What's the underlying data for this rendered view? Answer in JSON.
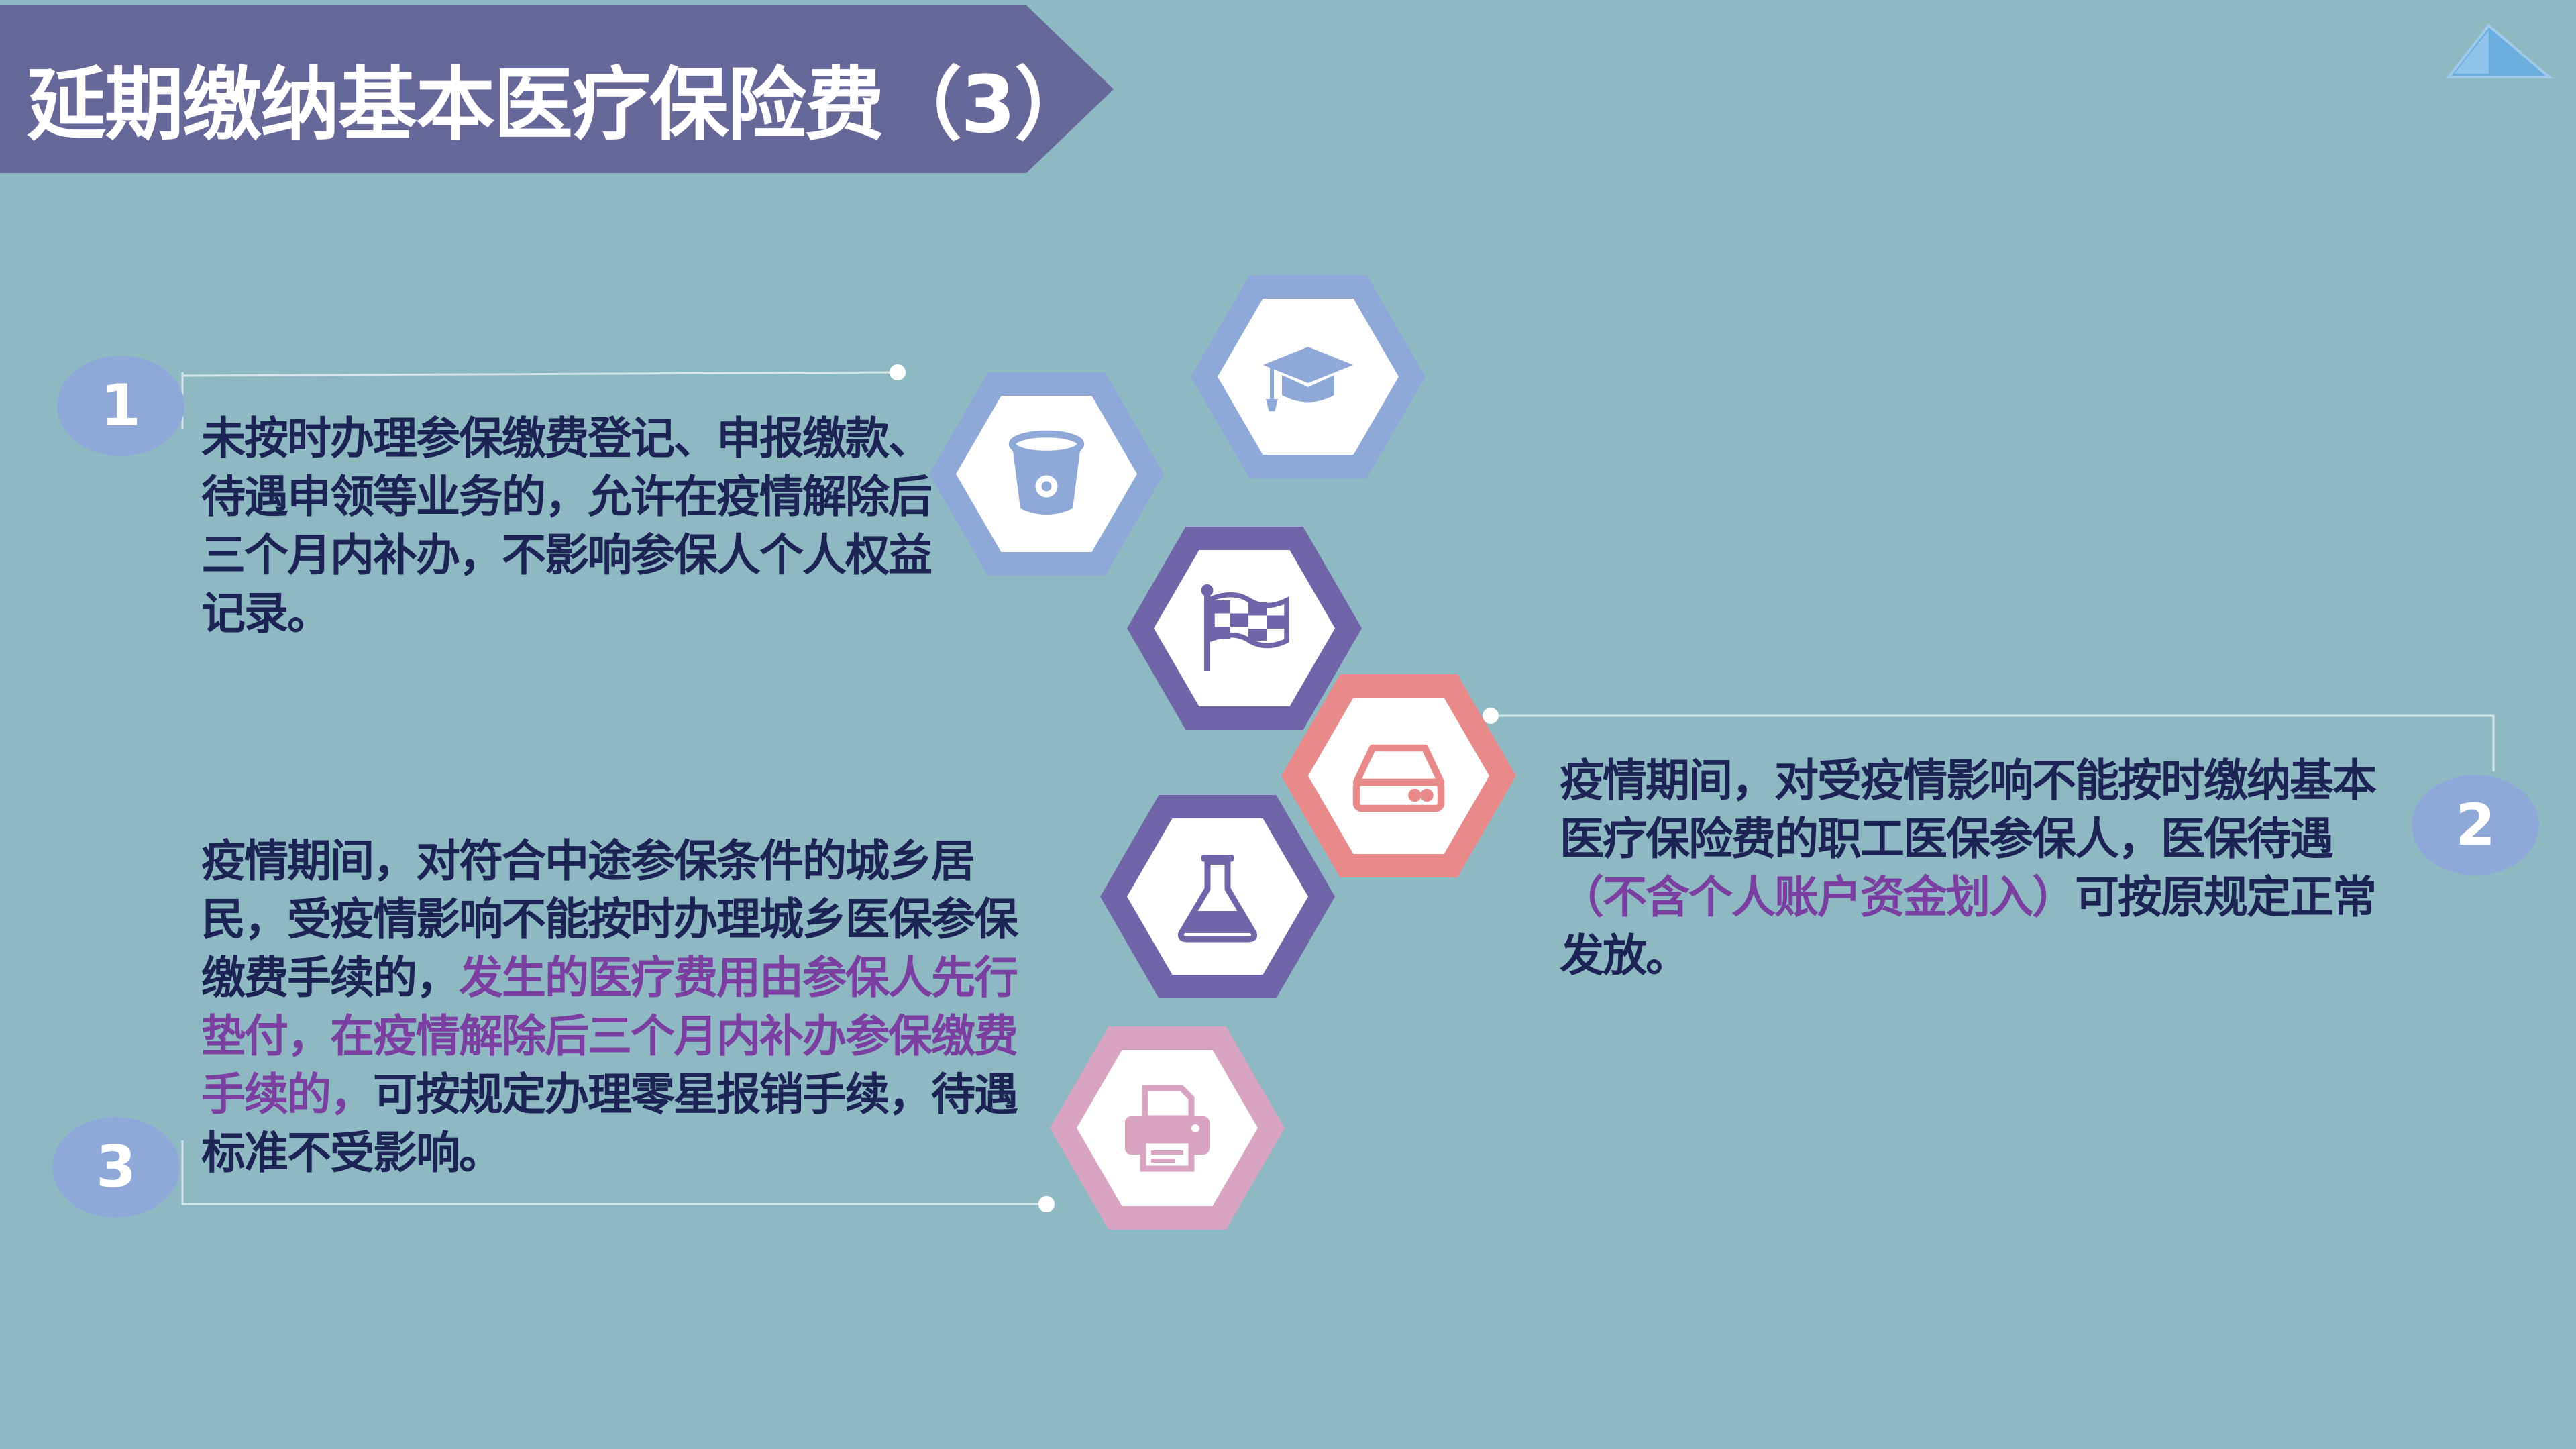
{
  "header": {
    "title": "延期缴纳基本医疗保险费（3）",
    "banner_color": "#67689a"
  },
  "colors": {
    "background": "#8fb9c2",
    "text": "#1c2456",
    "highlight": "#7a3fa0",
    "badge": "#8ea9d8"
  },
  "items": [
    {
      "number": "1",
      "text": "未按时办理参保缴费登记、申报缴款、待遇申领等业务的，允许在疫情解除后三个月内补办，不影响参保人个人权益记录。"
    },
    {
      "number": "2",
      "text_before": "疫情期间，对受疫情影响不能按时缴纳基本医疗保险费的职工医保参保人，医保待遇",
      "text_highlight": "（不含个人账户资金划入）",
      "text_after": "可按原规定正常发放。"
    },
    {
      "number": "3",
      "text_before": "疫情期间，对符合中途参保条件的城乡居民，受疫情影响不能按时办理城乡医保参保缴费手续的，",
      "text_highlight": "发生的医疗费用由参保人先行垫付，在疫情解除后三个月内补办参保缴费手续的，",
      "text_after": "可按规定办理零星报销手续，待遇标准不受影响。"
    }
  ],
  "hexagons": [
    {
      "icon": "graduation-cap-icon",
      "color": "#8ea9d8"
    },
    {
      "icon": "bucket-icon",
      "color": "#8ea9d8"
    },
    {
      "icon": "checkered-flag-icon",
      "color": "#7065a8"
    },
    {
      "icon": "hard-drive-icon",
      "color": "#e98a8a"
    },
    {
      "icon": "flask-icon",
      "color": "#7065a8"
    },
    {
      "icon": "printer-icon",
      "color": "#d9a3c2"
    }
  ]
}
